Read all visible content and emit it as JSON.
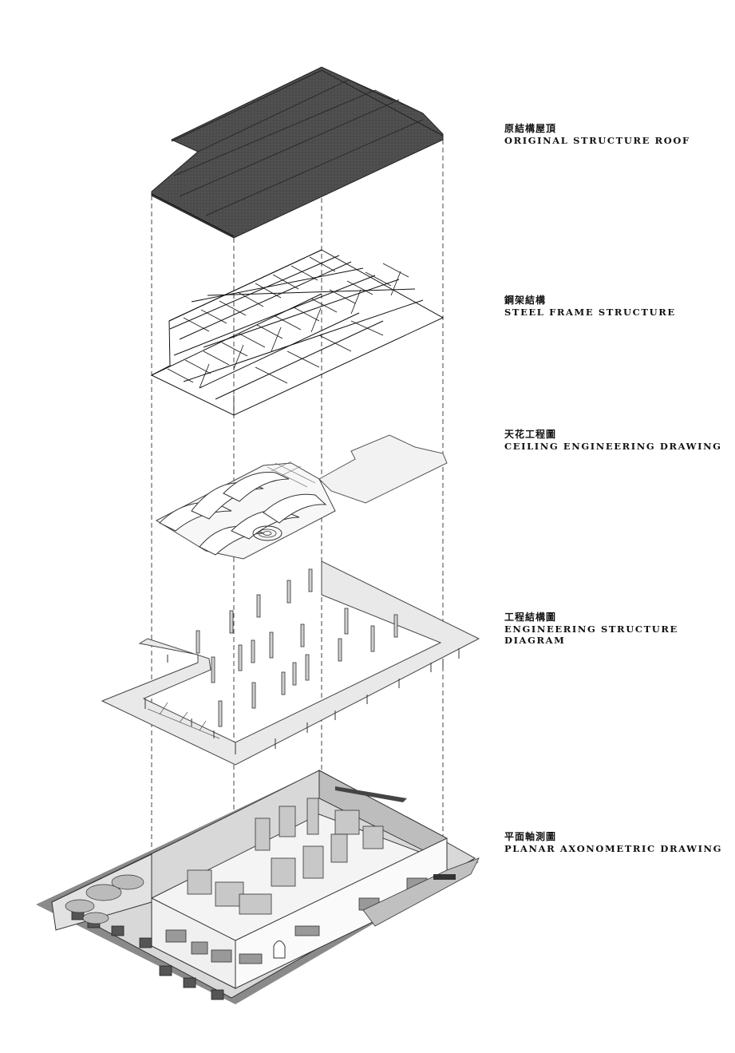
{
  "layers": [
    {
      "id": "roof",
      "zh": "原結構屋頂",
      "en": "ORIGINAL STRUCTURE ROOF"
    },
    {
      "id": "steel",
      "zh": "鋼架結構",
      "en": "STEEL FRAME STRUCTURE"
    },
    {
      "id": "ceiling",
      "zh": "天花工程圖",
      "en": "CEILING ENGINEERING DRAWING"
    },
    {
      "id": "structure",
      "zh": "工程結構圖",
      "en": "ENGINEERING STRUCTURE DIAGRAM"
    },
    {
      "id": "plan",
      "zh": "平面軸測圖",
      "en": "PLANAR AXONOMETRIC DRAWING"
    }
  ]
}
